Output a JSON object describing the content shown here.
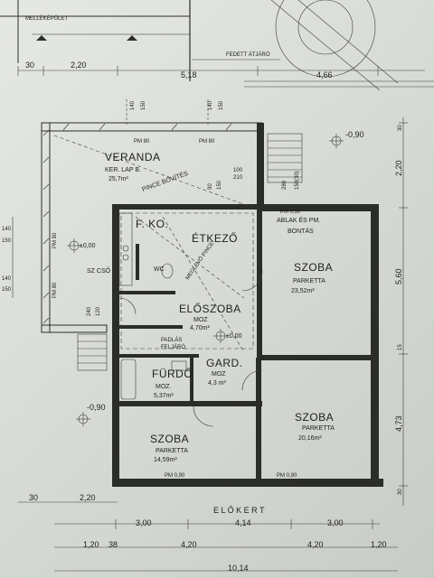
{
  "header": {
    "neighbor_building": "MELLÉKÉPÜLET",
    "covered_entrance": "FEDETT ÁTJÁRÓ"
  },
  "rooms": [
    {
      "id": "veranda",
      "name": "VERANDA",
      "floor": "KER. LAP B.",
      "area": "25,7m²"
    },
    {
      "id": "fko",
      "name": "F. KO.",
      "floor": "",
      "area": ""
    },
    {
      "id": "etkezo",
      "name": "ÉTKEZŐ",
      "floor": "",
      "area": ""
    },
    {
      "id": "wc",
      "name": "WC",
      "floor": "",
      "area": ""
    },
    {
      "id": "szoba1",
      "name": "SZOBA",
      "floor": "PARKETTA",
      "area": "23,52m²"
    },
    {
      "id": "eloszoba",
      "name": "ELŐSZOBA",
      "floor": "MOZ",
      "area": "4,70m²"
    },
    {
      "id": "furdo",
      "name": "FÜRDŐ",
      "floor": "MOZ.",
      "area": "5,37m²"
    },
    {
      "id": "gard",
      "name": "GARD.",
      "floor": "MOZ",
      "area": "4,3 m²"
    },
    {
      "id": "szoba2",
      "name": "SZOBA",
      "floor": "PARKETTA",
      "area": "20,16m²"
    },
    {
      "id": "szoba3",
      "name": "SZOBA",
      "floor": "PARKETTA",
      "area": "14,59m²"
    }
  ],
  "notes": {
    "pince_bovites": "PINCE BŐVÍTÉS",
    "megleo_pince": "MEGLÉVŐ PINCE",
    "ablak_bontas_1": "ABLAK ÉS PM.",
    "ablak_bontas_2": "BONTÁS",
    "padlas_feljaro_1": "PADLÁS",
    "padlas_feljaro_2": "FELJÁRÓ",
    "elokert": "E L Ő K E R T",
    "cso": "SZ CSŐ",
    "level_top": "-0,90",
    "level_left": "±0,00",
    "level_center": "±0,00",
    "level_bottom_left": "-0,90"
  },
  "dimensions": {
    "top": [
      "30",
      "2,20",
      "5,18",
      "4,66"
    ],
    "right": [
      "30",
      "2,20",
      "5,60",
      "15",
      "4,73",
      "30"
    ],
    "left": [
      "140",
      "150",
      "140",
      "150"
    ],
    "bottom_row1": [
      "30",
      "2,20"
    ],
    "bottom_row2": [
      "3,00",
      "4,14",
      "3,00"
    ],
    "bottom_row3": [
      "1,20",
      "38",
      "4,20",
      "4,20",
      "1,20"
    ],
    "bottom_total": [
      "10,14"
    ]
  },
  "openings": {
    "pm80": "PM 80",
    "pm90": "PM 0,90",
    "w140": "140",
    "w150": "150",
    "w280": "280",
    "w150_30": "150(30)",
    "w100": "100",
    "w210": "210",
    "w90": "90",
    "w150b": "150",
    "w240": "240",
    "w120": "120",
    "pm90_short": "PM 0,90"
  }
}
